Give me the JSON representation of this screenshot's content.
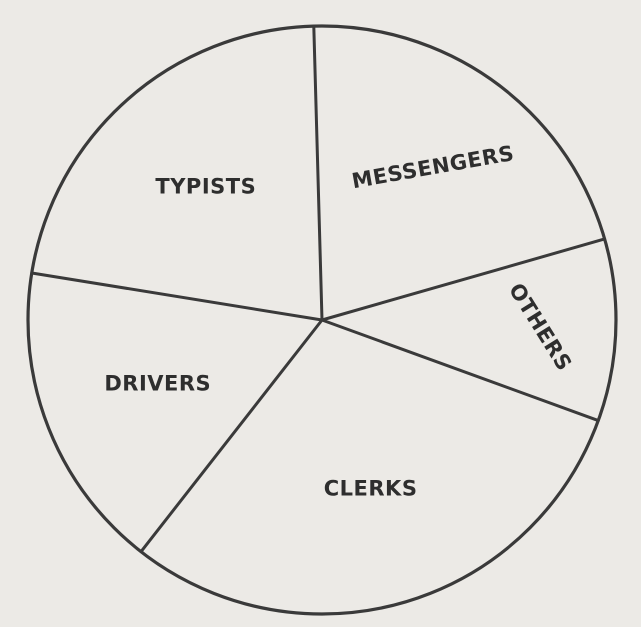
{
  "chart_data": {
    "type": "pie",
    "title": "",
    "slices": [
      {
        "label": "OTHERS",
        "value": 10
      },
      {
        "label": "CLERKS",
        "value": 30
      },
      {
        "label": "DRIVERS",
        "value": 17
      },
      {
        "label": "TYPISTS",
        "value": 22
      },
      {
        "label": "MESSENGERS",
        "value": 21
      }
    ],
    "start_angle_deg": -16,
    "direction": "clockwise",
    "colors": {
      "slice_fill": "#eceae6",
      "stroke": "#3a3a3a",
      "label": "#2e2e2e"
    }
  }
}
